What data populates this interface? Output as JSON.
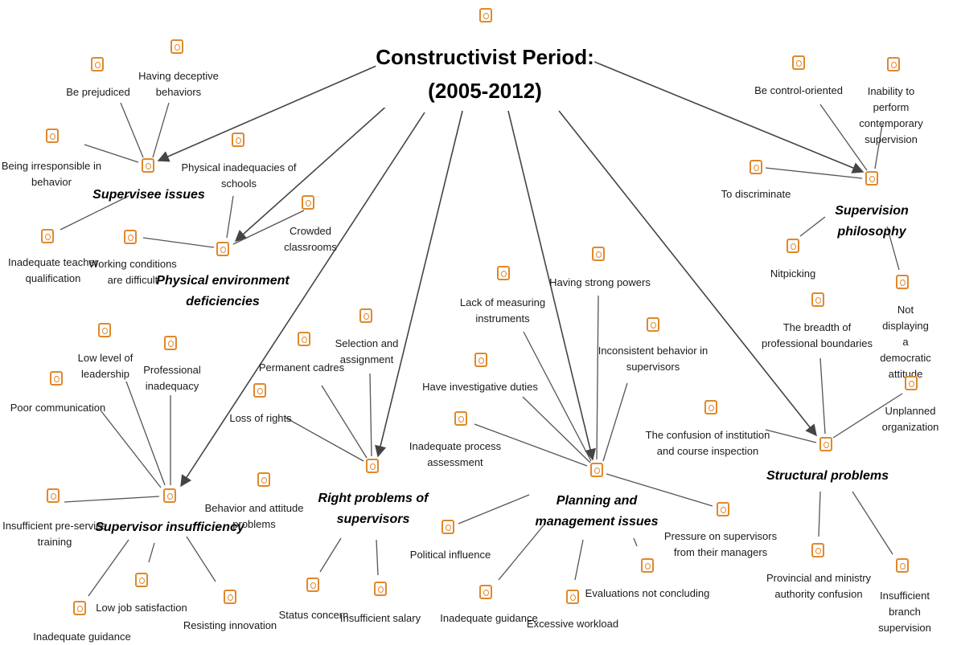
{
  "title": "Constructivist Period:\n(2005-2012)",
  "groups": {
    "supervisee": "Supervisee issues",
    "physical": "Physical environment\ndeficiencies",
    "supervisor": "Supervisor insufficiency",
    "right": "Right problems of\nsupervisors",
    "planning": "Planning and\nmanagement issues",
    "structural": "Structural problems",
    "philosophy": "Supervision philosophy"
  },
  "items": {
    "be_prejudiced": "Be prejudiced",
    "deceptive": "Having deceptive\nbehaviors",
    "irresponsible": "Being irresponsible in\nbehavior",
    "inadequate_teacher": "Inadequate teacher\nqualification",
    "physical_inadequacies": "Physical inadequacies of\nschools",
    "crowded": "Crowded\nclassrooms",
    "working_conditions": "Working conditions\nare difficult",
    "low_leadership": "Low level of\nleadership",
    "professional_inadequacy": "Professional\ninadequacy",
    "poor_communication": "Poor communication",
    "preservice": "Insufficient pre-service\ntraining",
    "inadequate_guidance_1": "Inadequate guidance",
    "low_job": "Low job satisfaction",
    "resisting": "Resisting innovation",
    "behavior_attitude": "Behavior and attitude\nproblems",
    "permanent": "Permanent cadres",
    "selection": "Selection and\nassignment",
    "loss_rights": "Loss of rights",
    "status": "Status concern",
    "salary": "Insufficient salary",
    "lack_measuring": "Lack of measuring\ninstruments",
    "strong_powers": "Having strong powers",
    "investigative": "Have investigative duties",
    "inconsistent": "Inconsistent behavior in\nsupervisors",
    "process_assessment": "Inadequate process\nassessment",
    "political": "Political influence",
    "inadequate_guidance_2": "Inadequate guidance",
    "workload": "Excessive workload",
    "evaluations": "Evaluations not concluding",
    "pressure": "Pressure on supervisors\nfrom their managers",
    "control": "Be control-oriented",
    "inability": "Inability to perform\ncontemporary supervision",
    "discriminate": "To discriminate",
    "nitpicking": "Nitpicking",
    "democratic": "Not displaying a\ndemocratic attitude",
    "breadth": "The breadth of\nprofessional boundaries",
    "unplanned": "Unplanned organization",
    "confusion_inspection": "The confusion of institution\nand course inspection",
    "provincial": "Provincial and ministry\nauthority confusion",
    "branch": "Insufficient branch\nsupervision"
  },
  "colors": {
    "node": "#e0882c",
    "line": "#555555",
    "arrow": "#444444"
  }
}
